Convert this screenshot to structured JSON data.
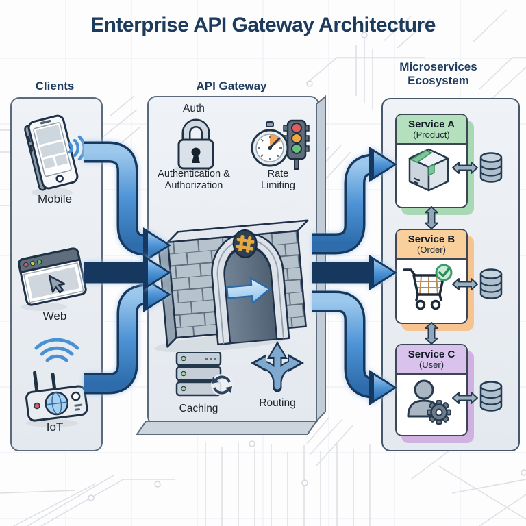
{
  "title": "Enterprise API Gateway Architecture",
  "clients": {
    "header": "Clients",
    "items": [
      {
        "label": "Mobile",
        "icon": "smartphone-icon"
      },
      {
        "label": "Web",
        "icon": "browser-icon"
      },
      {
        "label": "IoT",
        "icon": "iot-router-icon"
      }
    ]
  },
  "gateway": {
    "header": "API Gateway",
    "auth_title": "Auth",
    "auth_caption": "Authentication & Authorization",
    "rate_caption": "Rate Limiting",
    "caching_caption": "Caching",
    "routing_caption": "Routing",
    "icons": [
      "padlock-icon",
      "stopwatch-traffic-light-icon",
      "brick-wall-arch-icon",
      "server-stack-refresh-icon",
      "branching-arrows-icon"
    ]
  },
  "services": {
    "header": "Microservices Ecosystem",
    "items": [
      {
        "name": "Service A",
        "subtitle": "(Product)",
        "icon": "package-box-icon",
        "header_color": "#b5e0bd"
      },
      {
        "name": "Service B",
        "subtitle": "(Order)",
        "icon": "shopping-cart-check-icon",
        "header_color": "#f9cf9b"
      },
      {
        "name": "Service C",
        "subtitle": "(User)",
        "icon": "user-gear-icon",
        "header_color": "#d9c2ec"
      }
    ]
  },
  "colors": {
    "title_navy": "#1d3b5c",
    "flow_arrow_blue": "#4a90d4",
    "flow_arrow_outline": "#15395f",
    "panel_fill": "#eaeef3",
    "database_fill": "#aebfcd",
    "traffic_red": "#e25c5c",
    "traffic_yellow": "#f0a83a",
    "traffic_green": "#66c17e",
    "badge_gold": "#e7a83e",
    "wall_gray": "#b6c2cc"
  }
}
